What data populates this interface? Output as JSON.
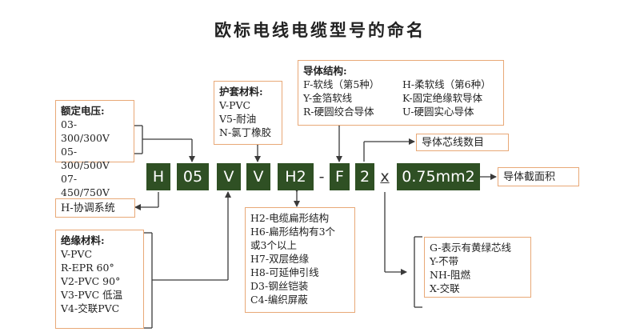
{
  "title": "欧标电线电缆型号的命名",
  "code": {
    "harmonized": "H",
    "voltage": "05",
    "insulation": "V",
    "sheath": "V",
    "construction": "H2",
    "dash": "-",
    "conductor": "F",
    "cores": "2",
    "times": "x",
    "area": "0.75mm2"
  },
  "voltage_box": {
    "heading": "额定电压:",
    "items": [
      "03- 300/300V",
      "05- 300/500V",
      "07- 450/750V"
    ]
  },
  "harmonized_box": {
    "label": "H-协调系统"
  },
  "insulation_box": {
    "heading": "绝缘材料:",
    "items": [
      "V-PVC",
      "R-EPR 60°",
      "V2-PVC 90°",
      "V3-PVC 低温",
      "V4-交联PVC"
    ]
  },
  "sheath_box": {
    "heading": "护套材料:",
    "items": [
      "V-PVC",
      "V5-耐油",
      "N-氯丁橡胶"
    ]
  },
  "conductor_box": {
    "heading": "导体结构:",
    "left_items": [
      "F-软线（第5种）",
      "Y-金箔软线",
      "R-硬圆绞合导体"
    ],
    "right_items": [
      "H-柔软线（第6种）",
      "K-固定绝缘软导体",
      "U-硬圆实心导体"
    ]
  },
  "cores_box": {
    "label": "导体芯线数目"
  },
  "area_box": {
    "label": "导体截面积"
  },
  "construction_box": {
    "items": [
      "H2-电缆扁形结构",
      "H6-扁形结构有3个",
      "或3个以上",
      "H7-双层绝缘",
      "H8-可延伸引线",
      "D3-钢丝铠装",
      "C4-编织屏蔽"
    ]
  },
  "earth_box": {
    "items": [
      "G-表示有黄绿芯线",
      "Y-不带",
      "NH-阻燃",
      "X-交联"
    ]
  },
  "colors": {
    "code_fill": "#2f5024",
    "box_border": "#e8a877",
    "line": "#3a3a3a"
  }
}
